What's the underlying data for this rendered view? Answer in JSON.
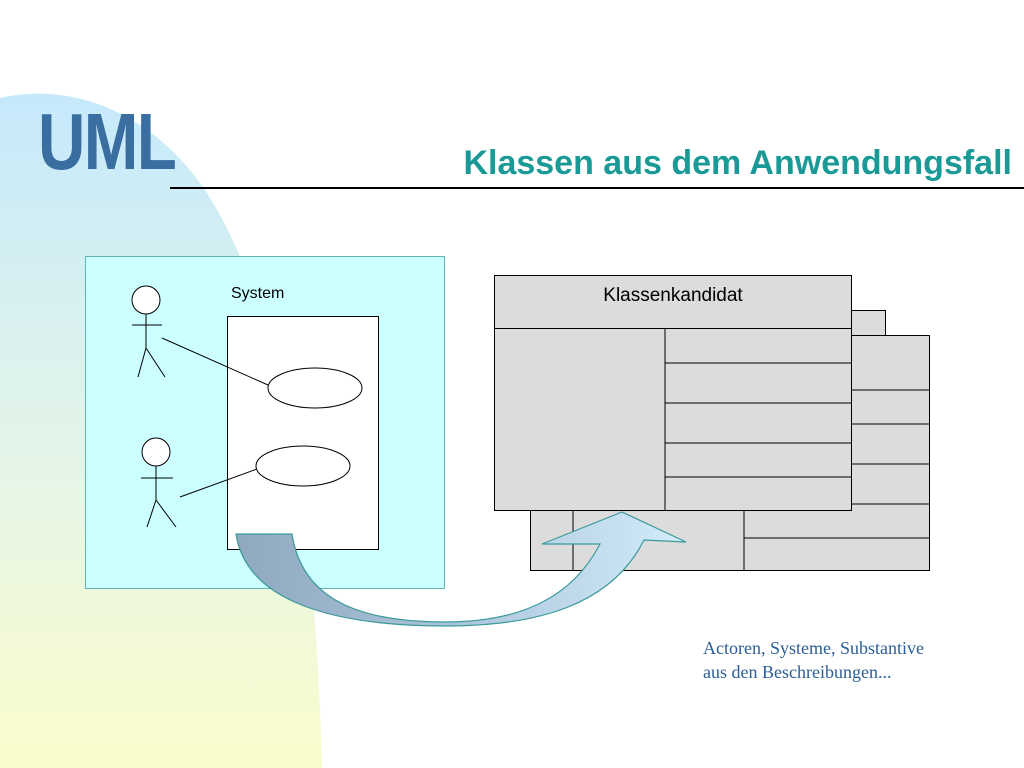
{
  "logo": {
    "text": "UML"
  },
  "title": "Klassen aus dem Anwendungsfall",
  "usecase_diagram": {
    "system_label": "System",
    "actors": [
      {
        "icon": "stick-figure-icon"
      },
      {
        "icon": "stick-figure-icon"
      }
    ],
    "use_case_count": 2
  },
  "class_candidate": {
    "name": "Klassenkandidat"
  },
  "arrow": {
    "icon": "curved-arrow-icon"
  },
  "caption": {
    "line1": "Actoren, Systeme, Substantive",
    "line2": "aus den Beschreibungen..."
  },
  "colors": {
    "title": "#1a9a96",
    "logo": "#3a6ea0",
    "panel": "#ccffff",
    "class_fill": "#dcdcdc",
    "caption": "#2a5e96"
  }
}
